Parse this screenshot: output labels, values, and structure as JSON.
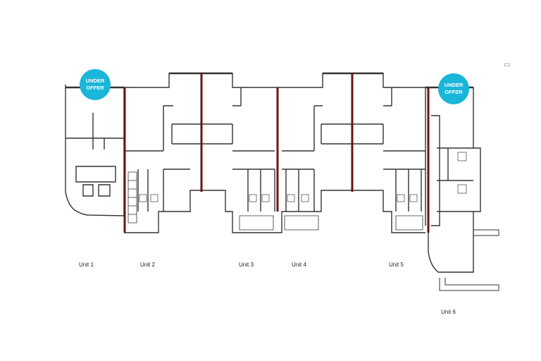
{
  "plan": {
    "units": [
      {
        "id": "unit-1",
        "label": "Unit 1"
      },
      {
        "id": "unit-2",
        "label": "Unit 2"
      },
      {
        "id": "unit-3",
        "label": "Unit 3"
      },
      {
        "id": "unit-4",
        "label": "Unit 4"
      },
      {
        "id": "unit-5",
        "label": "Unit 5"
      },
      {
        "id": "unit-6",
        "label": "Unit 6"
      }
    ],
    "badges": [
      {
        "line1": "UNDER",
        "line2": "OFFER"
      },
      {
        "line1": "UNDER",
        "line2": "OFFER"
      }
    ]
  },
  "colors": {
    "wall": "#333333",
    "party_wall": "#6b1414",
    "badge": "#19b6da",
    "background": "#ffffff"
  }
}
